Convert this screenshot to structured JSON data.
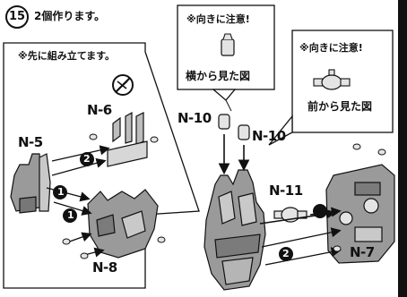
{
  "step": {
    "number": "15",
    "title": "2個作ります。"
  },
  "left_panel": {
    "note": "※先に組み立てます。",
    "labels": {
      "n6": "N-6",
      "n5": "N-5",
      "n8": "N-8"
    }
  },
  "callout_top": {
    "note": "※向きに注意!",
    "caption": "横から見た図"
  },
  "callout_right": {
    "note": "※向きに注意!",
    "caption": "前から見た図"
  },
  "main_labels": {
    "n10_left": "N-10",
    "n10_right": "N-10",
    "n11": "N-11",
    "n7": "N-7"
  },
  "order_markers": {
    "one_a": "1",
    "one_b": "1",
    "two_left": "2",
    "two_right": "2"
  },
  "icons": [
    "no-cutting-tool-icon",
    "polycap-side-view-icon",
    "polycap-front-view-icon"
  ]
}
